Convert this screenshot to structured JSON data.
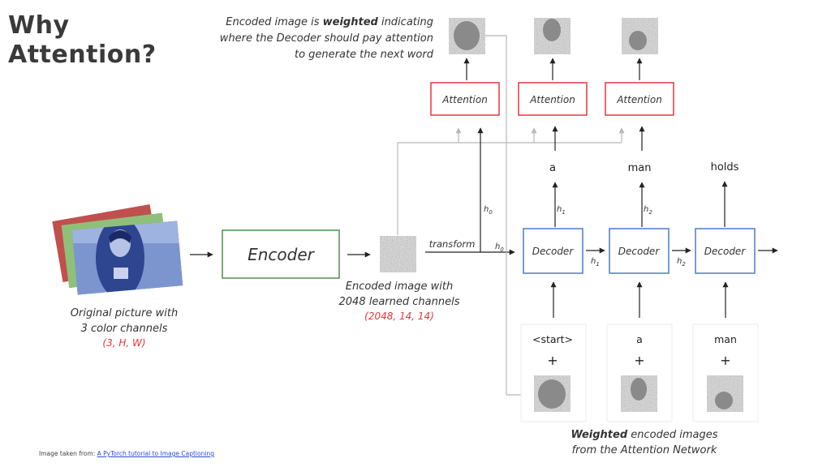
{
  "title": {
    "line1": "Why",
    "line2": "Attention?"
  },
  "top_caption": {
    "line1_pre": "Encoded image is ",
    "line1_bold": "weighted",
    "line1_post": " indicating",
    "line2": "where the Decoder should pay attention",
    "line3": "to generate the next word"
  },
  "original": {
    "line1": "Original picture with",
    "line2": "3 color channels",
    "shape": "(3, H, W)"
  },
  "encoder_label": "Encoder",
  "encoded": {
    "line1": "Encoded image with",
    "line2": "2048 learned channels",
    "shape": "(2048, 14, 14)"
  },
  "transform_label": "transform",
  "attention_label": "Attention",
  "decoder_label": "Decoder",
  "h": {
    "base": "h",
    "s0": "0",
    "s1": "1",
    "s2": "2"
  },
  "output_words": [
    "a",
    "man",
    "holds"
  ],
  "input_words": [
    "<start>",
    "a",
    "man"
  ],
  "plus": "+",
  "bottom_caption": {
    "bold": "Weighted",
    "line1_rest": " encoded images",
    "line2": "from the Attention Network"
  },
  "credit": {
    "prefix": "Image taken from: ",
    "link_text": "A PyTorch tutorial to Image Captioning"
  },
  "colors": {
    "attention_border": "#e5373a",
    "decoder_border": "#4a7fc0",
    "encoder_border": "#4f8f4a",
    "shape_text": "#e5373a",
    "link": "#2a4bd7"
  }
}
